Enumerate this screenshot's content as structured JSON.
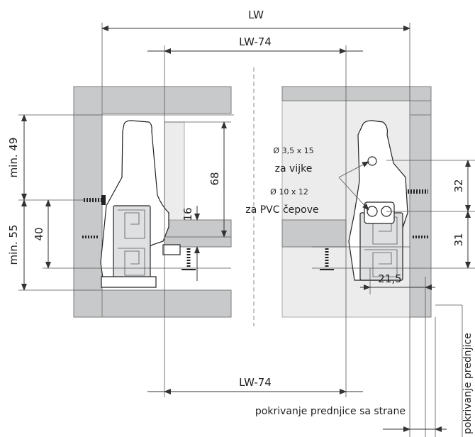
{
  "dimensions": {
    "lw_top": "LW",
    "lw74_top": "LW-74",
    "lw74_bottom": "LW-74",
    "min49": "min. 49",
    "min55": "min. 55",
    "d40": "40",
    "d68": "68",
    "d16": "16",
    "d32": "32",
    "d31": "31",
    "d21_5": "21,5"
  },
  "annotations": {
    "screw_size": "Ø 3,5 x 15",
    "screw_label": "za vijke",
    "dowel_size": "Ø 10 x 12",
    "dowel_label": "za PVC čepove",
    "side_overlay": "pokrivanje prednjice sa strane",
    "front_overlay": "pokrivanje prednjice"
  }
}
